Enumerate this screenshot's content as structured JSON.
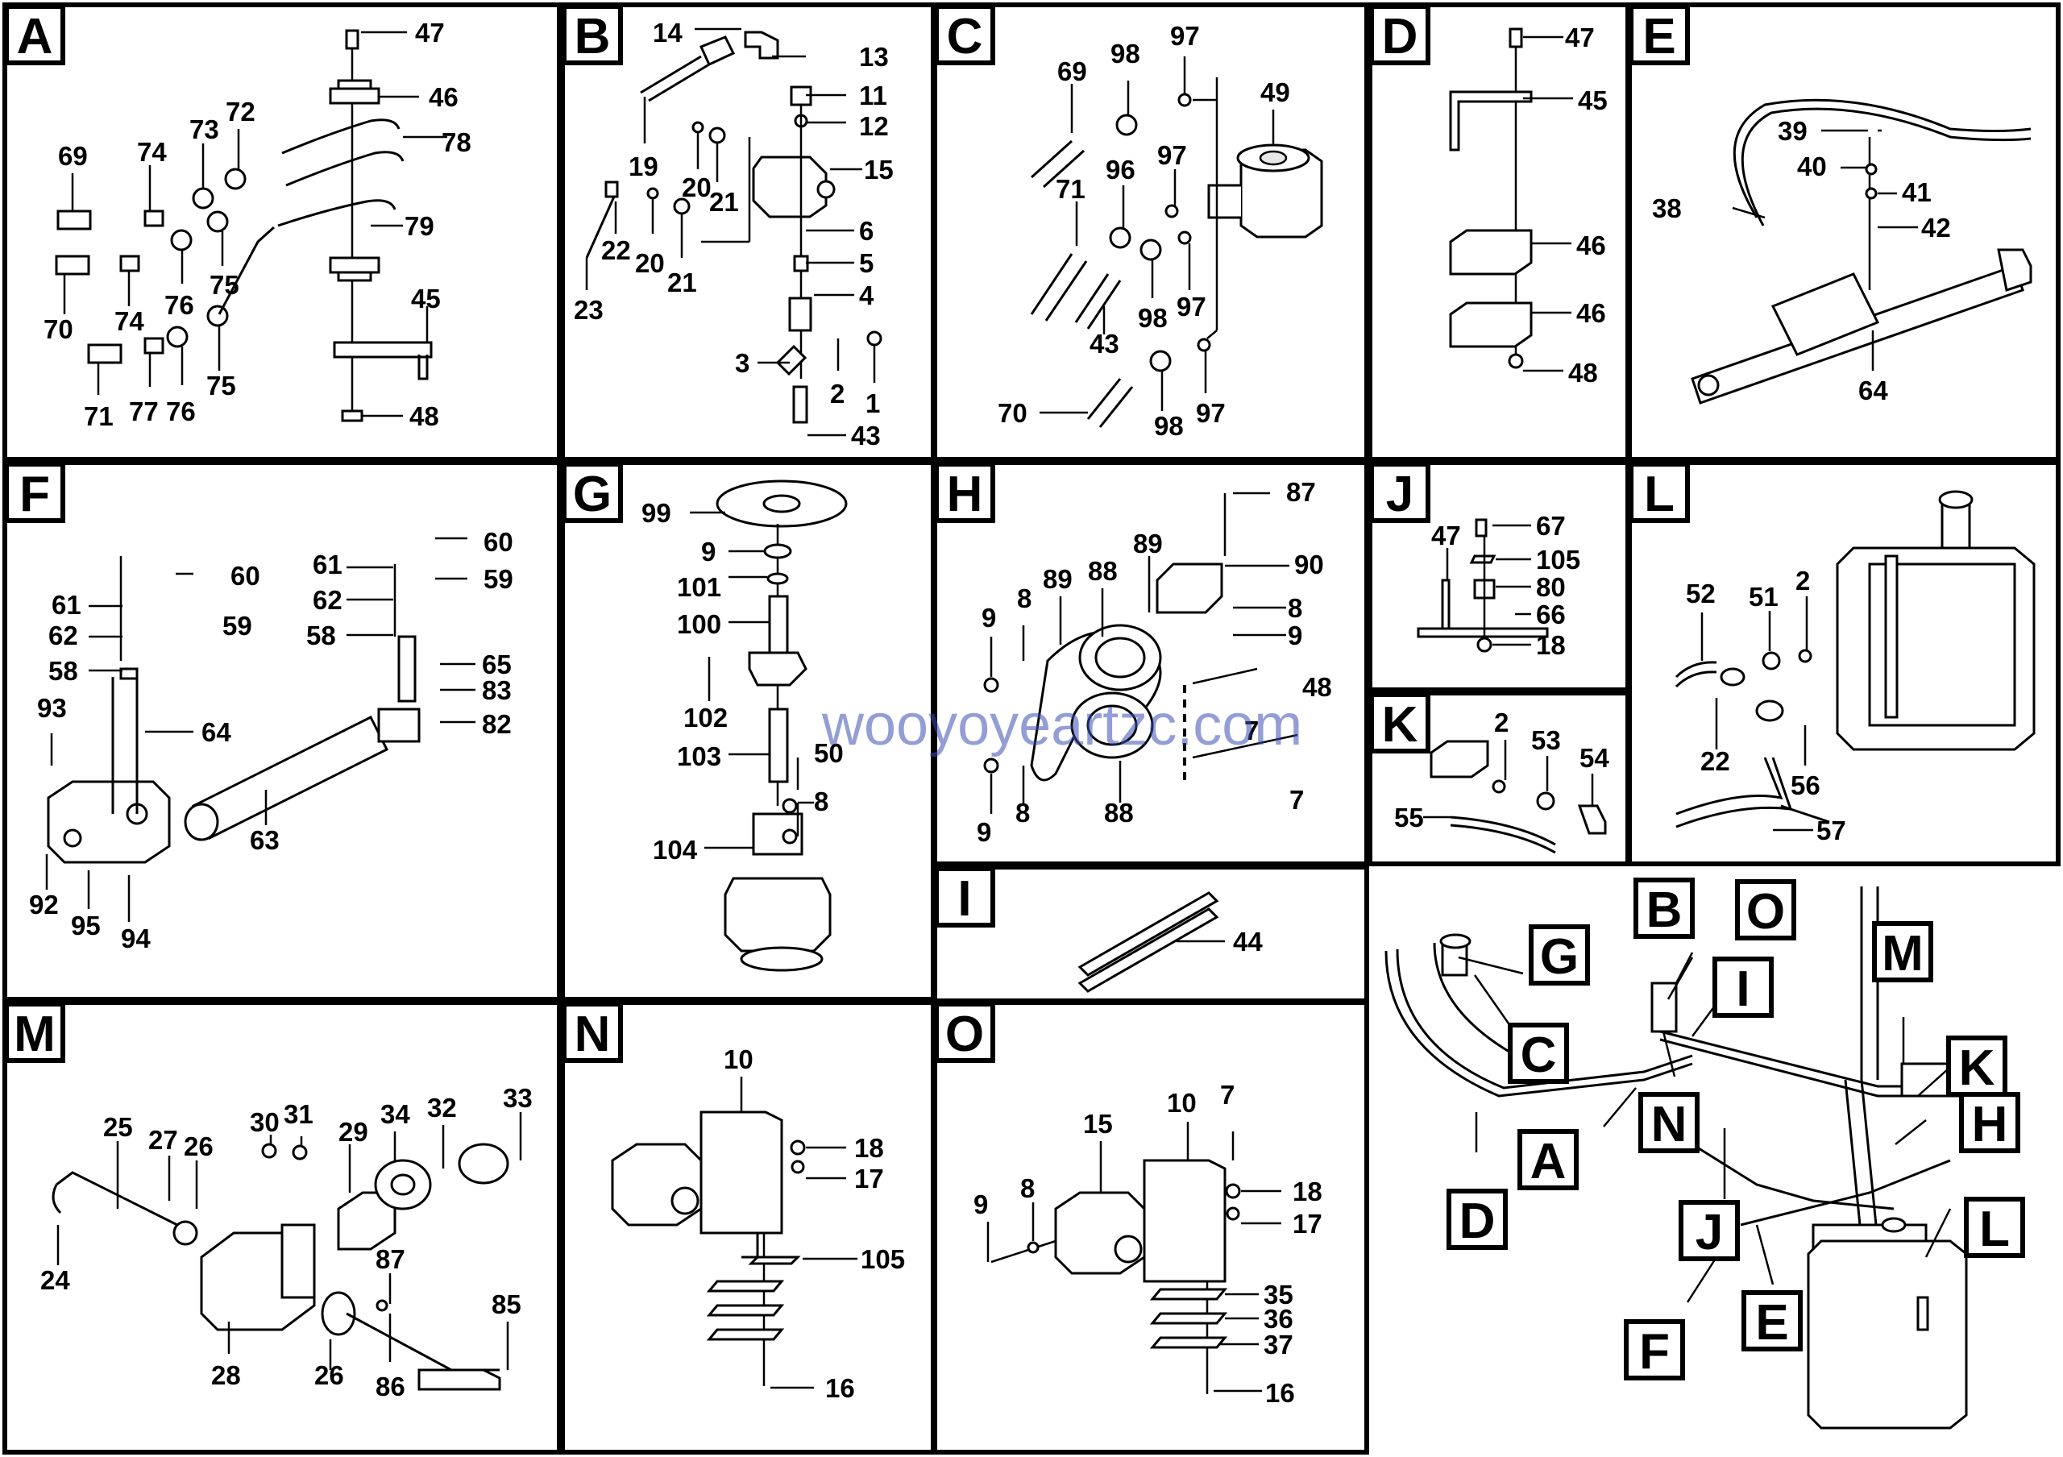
{
  "panels": [
    {
      "id": "A",
      "letter": "A",
      "labels": [
        "47",
        "46",
        "78",
        "69",
        "74",
        "73",
        "72",
        "79",
        "70",
        "74",
        "76",
        "75",
        "45",
        "71",
        "77",
        "76",
        "75",
        "48"
      ]
    },
    {
      "id": "B",
      "letter": "B",
      "labels": [
        "14",
        "13",
        "11",
        "12",
        "19",
        "20",
        "21",
        "15",
        "6",
        "5",
        "4",
        "22",
        "20",
        "21",
        "23",
        "3",
        "2",
        "1",
        "43"
      ]
    },
    {
      "id": "C",
      "letter": "C",
      "labels": [
        "98",
        "97",
        "69",
        "49",
        "71",
        "96",
        "97",
        "43",
        "98",
        "97",
        "70",
        "98",
        "97"
      ]
    },
    {
      "id": "D",
      "letter": "D",
      "labels": [
        "47",
        "45",
        "46",
        "46",
        "48"
      ]
    },
    {
      "id": "E",
      "letter": "E",
      "labels": [
        "39",
        "40",
        "41",
        "38",
        "42",
        "64"
      ]
    },
    {
      "id": "F",
      "letter": "F",
      "labels": [
        "60",
        "61",
        "59",
        "61",
        "60",
        "62",
        "59",
        "62",
        "58",
        "58",
        "65",
        "83",
        "82",
        "93",
        "64",
        "63",
        "92",
        "95",
        "94"
      ]
    },
    {
      "id": "G",
      "letter": "G",
      "labels": [
        "99",
        "9",
        "101",
        "100",
        "102",
        "103",
        "50",
        "8",
        "104"
      ]
    },
    {
      "id": "H",
      "letter": "H",
      "labels": [
        "87",
        "89",
        "90",
        "88",
        "89",
        "9",
        "8",
        "8",
        "9",
        "48",
        "7",
        "9",
        "8",
        "88",
        "7"
      ]
    },
    {
      "id": "I",
      "letter": "I",
      "labels": [
        "44"
      ]
    },
    {
      "id": "J",
      "letter": "J",
      "labels": [
        "67",
        "47",
        "105",
        "80",
        "66",
        "18"
      ]
    },
    {
      "id": "K",
      "letter": "K",
      "labels": [
        "2",
        "53",
        "54",
        "55"
      ]
    },
    {
      "id": "L",
      "letter": "L",
      "labels": [
        "52",
        "51",
        "2",
        "22",
        "56",
        "57"
      ]
    },
    {
      "id": "M",
      "letter": "M",
      "labels": [
        "25",
        "27",
        "26",
        "30",
        "31",
        "29",
        "34",
        "32",
        "33",
        "24",
        "87",
        "28",
        "26",
        "86",
        "85"
      ]
    },
    {
      "id": "N",
      "letter": "N",
      "labels": [
        "10",
        "18",
        "17",
        "105",
        "16"
      ]
    },
    {
      "id": "O",
      "letter": "O",
      "labels": [
        "10",
        "7",
        "15",
        "9",
        "8",
        "18",
        "17",
        "35",
        "36",
        "37",
        "16"
      ]
    }
  ],
  "overview": {
    "callouts": [
      "B",
      "O",
      "G",
      "I",
      "M",
      "C",
      "K",
      "N",
      "H",
      "A",
      "D",
      "J",
      "L",
      "F",
      "E"
    ]
  },
  "watermark": "wooyoyeartzc.com"
}
